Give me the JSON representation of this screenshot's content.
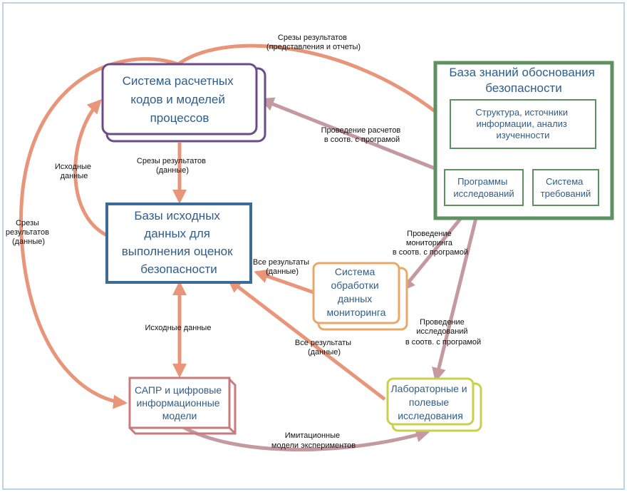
{
  "nodes": {
    "calc_codes": [
      "Система расчетных",
      "кодов и моделей",
      "процессов"
    ],
    "input_bases": [
      "Базы исходных",
      "данных для",
      "выполнения оценок",
      "безопасности"
    ],
    "knowledge_base": [
      "База знаний обоснования",
      "безопасности"
    ],
    "structure": [
      "Структура, источники",
      "информации, анализ",
      "изученности"
    ],
    "programs": [
      "Программы",
      "исследований"
    ],
    "requirements": [
      "Система",
      "требований"
    ],
    "monitoring": [
      "Система",
      "обработки",
      "данных",
      "мониторинга"
    ],
    "cad": [
      "САПР и цифровые",
      "информационные",
      "модели"
    ],
    "lab": [
      "Лабораторные и",
      "полевые",
      "исследования"
    ]
  },
  "labels": {
    "top_slices": [
      "Срезы результатов",
      "(представления и отчеты)"
    ],
    "calc_by_program": [
      "Проведение расчетов",
      "в соотв. с програмой"
    ],
    "slices_data_mid": [
      "Срезы результатов",
      "(данные)"
    ],
    "input_data_left": [
      "Исходные",
      "данные"
    ],
    "slices_data_left": [
      "Срезы",
      "результатов",
      "(данные)"
    ],
    "all_results_mon": [
      "Все результаты",
      "(данные)"
    ],
    "monitoring_by_program": [
      "Проведение",
      "мониторинга",
      "в соотв. с програмой"
    ],
    "input_data_bottom": [
      "Исходные данные"
    ],
    "all_results_lab": [
      "Все результаты",
      "(данные)"
    ],
    "research_by_program": [
      "Проведение",
      "исследований",
      "в соотв. с програмой"
    ],
    "imitation": [
      "Имитационные",
      "модели экспериментов"
    ]
  },
  "colors": {
    "frame": "#b8d4e6",
    "calc_codes": "#6b4b8a",
    "input_bases": "#3a6b9b",
    "knowledge_base": "#5e9160",
    "monitoring": "#e8a86a",
    "cad": "#c97a7e",
    "lab": "#c9d14a",
    "arrow_orange": "#e8957a",
    "arrow_mauve": "#c49aa0",
    "text_blue": "#2f5d8a"
  }
}
